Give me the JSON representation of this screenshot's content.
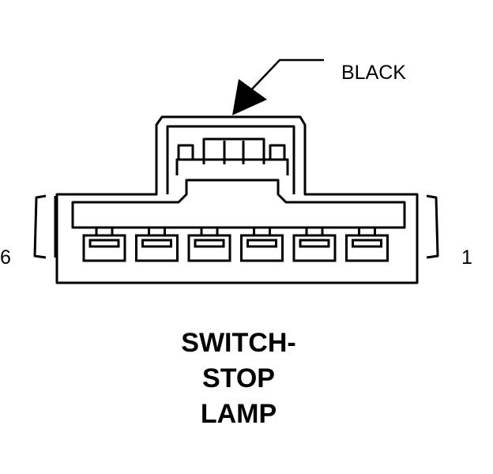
{
  "callout": {
    "label": "BLACK"
  },
  "pins": {
    "left_label": "6",
    "right_label": "1",
    "count": 6
  },
  "title": {
    "line1": "SWITCH-",
    "line2": "STOP",
    "line3": "LAMP"
  }
}
